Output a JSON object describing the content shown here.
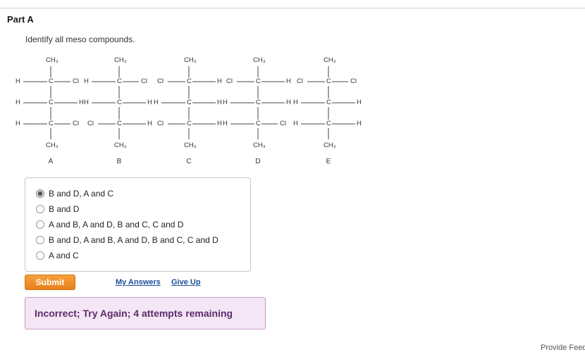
{
  "part_title": "Part A",
  "question": "Identify all meso compounds.",
  "structures": [
    {
      "label": "A",
      "top": "CH₃",
      "bottom": "CH₃",
      "rows": [
        {
          "left": "H",
          "right": "Cl"
        },
        {
          "left": "H",
          "right": "H"
        },
        {
          "left": "H",
          "right": "Cl"
        }
      ]
    },
    {
      "label": "B",
      "top": "CH₃",
      "bottom": "CH₃",
      "rows": [
        {
          "left": "H",
          "right": "Cl"
        },
        {
          "left": "H",
          "right": "H"
        },
        {
          "left": "Cl",
          "right": "H"
        }
      ]
    },
    {
      "label": "C",
      "top": "CH₃",
      "bottom": "CH₃",
      "rows": [
        {
          "left": "Cl",
          "right": "H"
        },
        {
          "left": "H",
          "right": "H"
        },
        {
          "left": "Cl",
          "right": "H"
        }
      ]
    },
    {
      "label": "D",
      "top": "CH₃",
      "bottom": "CH₃",
      "rows": [
        {
          "left": "Cl",
          "right": "H"
        },
        {
          "left": "H",
          "right": "H"
        },
        {
          "left": "H",
          "right": "Cl"
        }
      ]
    },
    {
      "label": "E",
      "top": "CH₃",
      "bottom": "CH₃",
      "rows": [
        {
          "left": "Cl",
          "right": "Cl"
        },
        {
          "left": "H",
          "right": "H"
        },
        {
          "left": "H",
          "right": "H"
        }
      ]
    }
  ],
  "carbon_symbol": "C",
  "options": [
    {
      "label": "B and D, A and C",
      "checked": true
    },
    {
      "label": "B and D",
      "checked": false
    },
    {
      "label": "A and B, A and D, B and C, C and D",
      "checked": false
    },
    {
      "label": "B and D, A and B, A and D, B and C, C and D",
      "checked": false
    },
    {
      "label": "A and C",
      "checked": false
    }
  ],
  "submit_label": "Submit",
  "my_answers_label": "My Answers",
  "give_up_label": "Give Up",
  "feedback": "Incorrect; Try Again; 4 attempts remaining",
  "corner_text": "Provide Feedback",
  "colors": {
    "accent": "#f0902a",
    "link": "#1d4f9c",
    "feedback_bg": "#f5e6f5",
    "feedback_text": "#5b2a6b"
  }
}
